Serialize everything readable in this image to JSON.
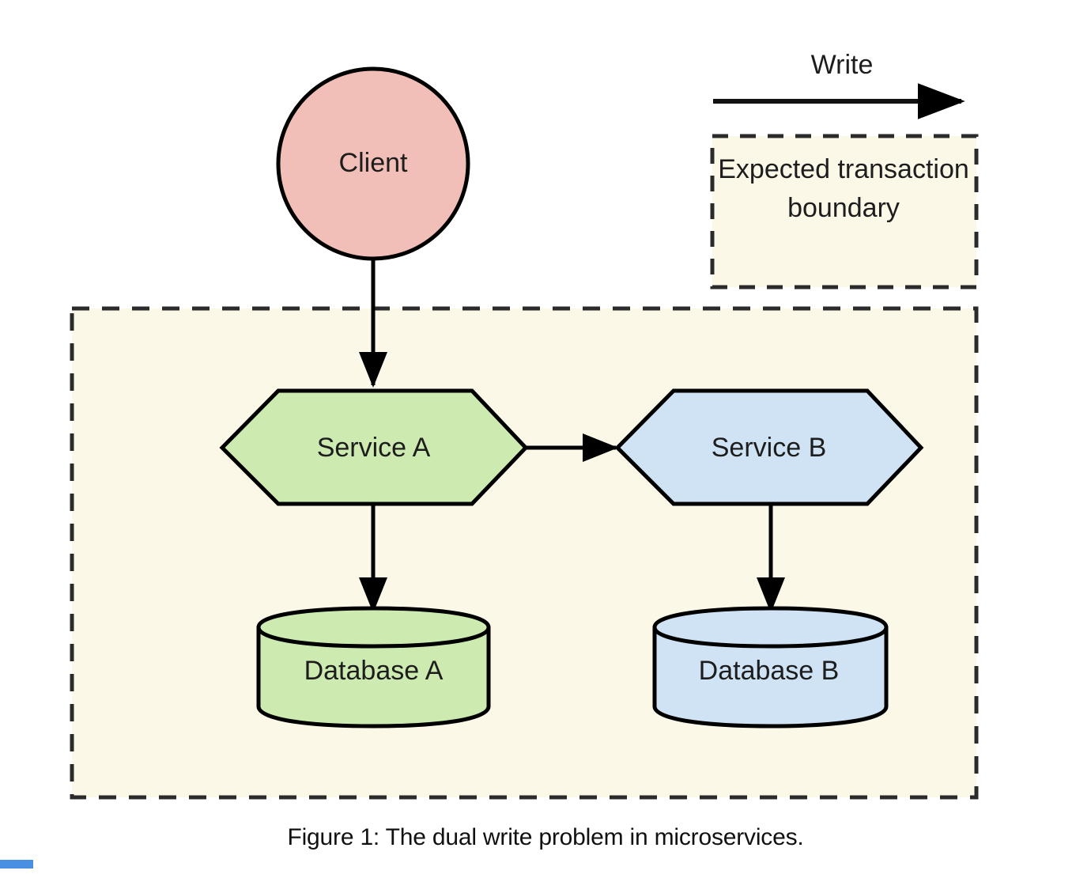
{
  "figure": {
    "caption": "Figure 1: The dual write problem in microservices.",
    "background": "#ffffff"
  },
  "legend": {
    "arrow_label": "Write",
    "arrow_icon": "right-arrow-icon",
    "box_text": "Expected transaction boundary",
    "box_fill": "#fbf8e8",
    "box_stroke": "#2b2b2b",
    "box_style": "dashed"
  },
  "boundary": {
    "name": "transaction-boundary-region",
    "fill": "#fbf8e8",
    "stroke": "#2b2b2b",
    "style": "dashed"
  },
  "nodes": [
    {
      "id": "client",
      "label": "Client",
      "shape": "circle",
      "fill": "#f2bfb8",
      "stroke": "#000000"
    },
    {
      "id": "service-a",
      "label": "Service A",
      "shape": "hexagon",
      "fill": "#cdeab0",
      "stroke": "#000000"
    },
    {
      "id": "service-b",
      "label": "Service B",
      "shape": "hexagon",
      "fill": "#cfe3f5",
      "stroke": "#000000"
    },
    {
      "id": "database-a",
      "label": "Database A",
      "shape": "cylinder",
      "fill": "#cdeab0",
      "stroke": "#000000"
    },
    {
      "id": "database-b",
      "label": "Database B",
      "shape": "cylinder",
      "fill": "#cfe3f5",
      "stroke": "#000000"
    }
  ],
  "edges": [
    {
      "id": "client-to-service-a",
      "from": "client",
      "to": "service-a",
      "label": "",
      "direction": "down"
    },
    {
      "id": "service-a-to-service-b",
      "from": "service-a",
      "to": "service-b",
      "label": "",
      "direction": "right"
    },
    {
      "id": "service-a-to-database-a",
      "from": "service-a",
      "to": "database-a",
      "label": "",
      "direction": "down"
    },
    {
      "id": "service-b-to-database-b",
      "from": "service-b",
      "to": "database-b",
      "label": "",
      "direction": "down"
    }
  ]
}
